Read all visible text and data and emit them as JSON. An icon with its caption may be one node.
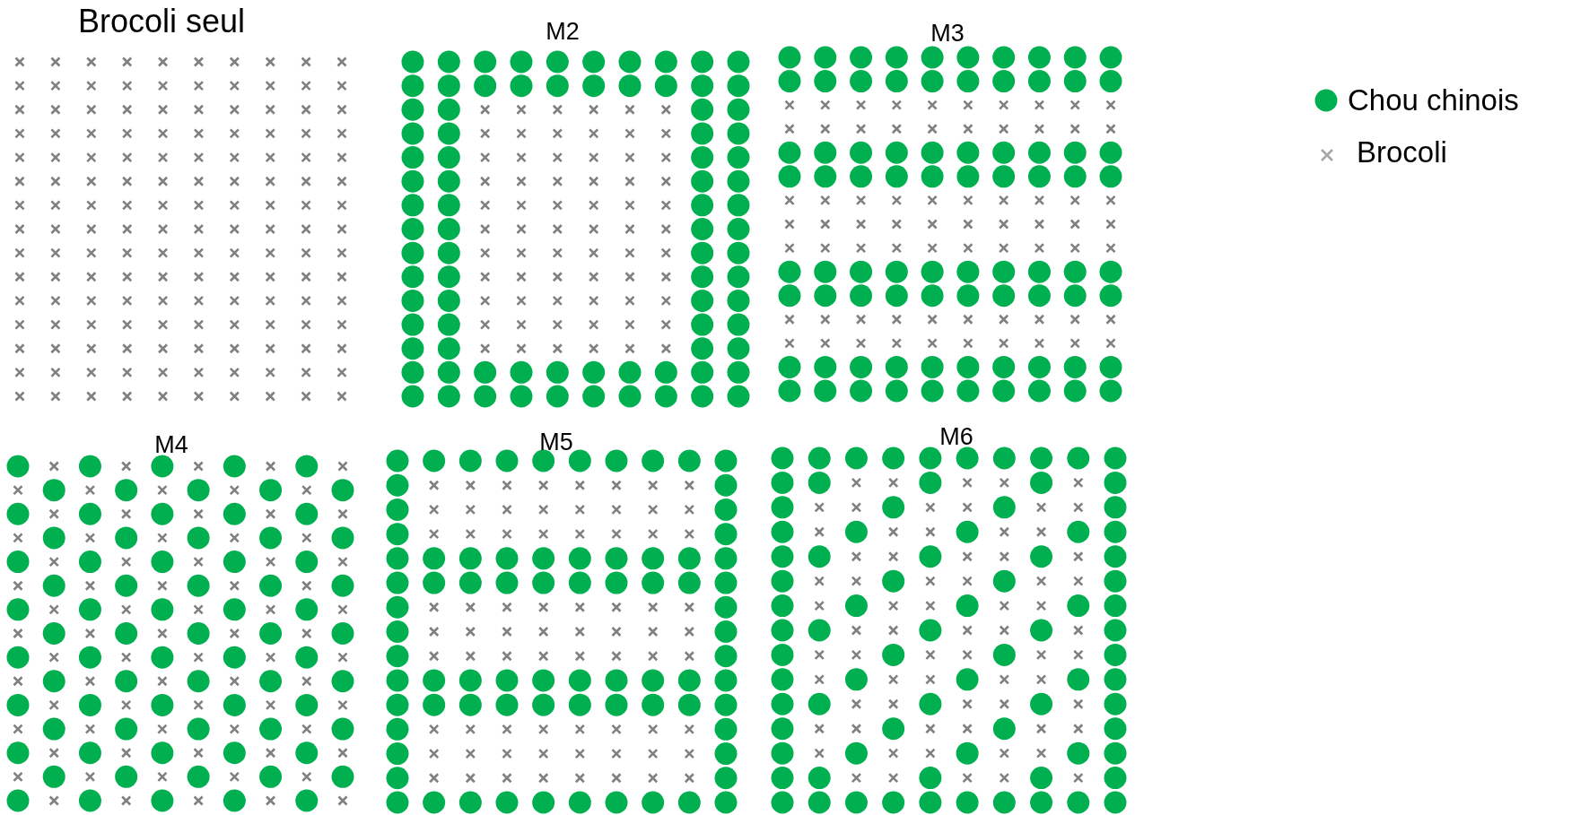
{
  "diagram": {
    "labels": [
      "Brocoli seul",
      "M2",
      "M3",
      "M4",
      "M5",
      "M6"
    ],
    "legend": [
      {
        "text": "Chou chinois",
        "color": "#00b050"
      },
      {
        "text": "Brocoli"
      }
    ]
  }
}
